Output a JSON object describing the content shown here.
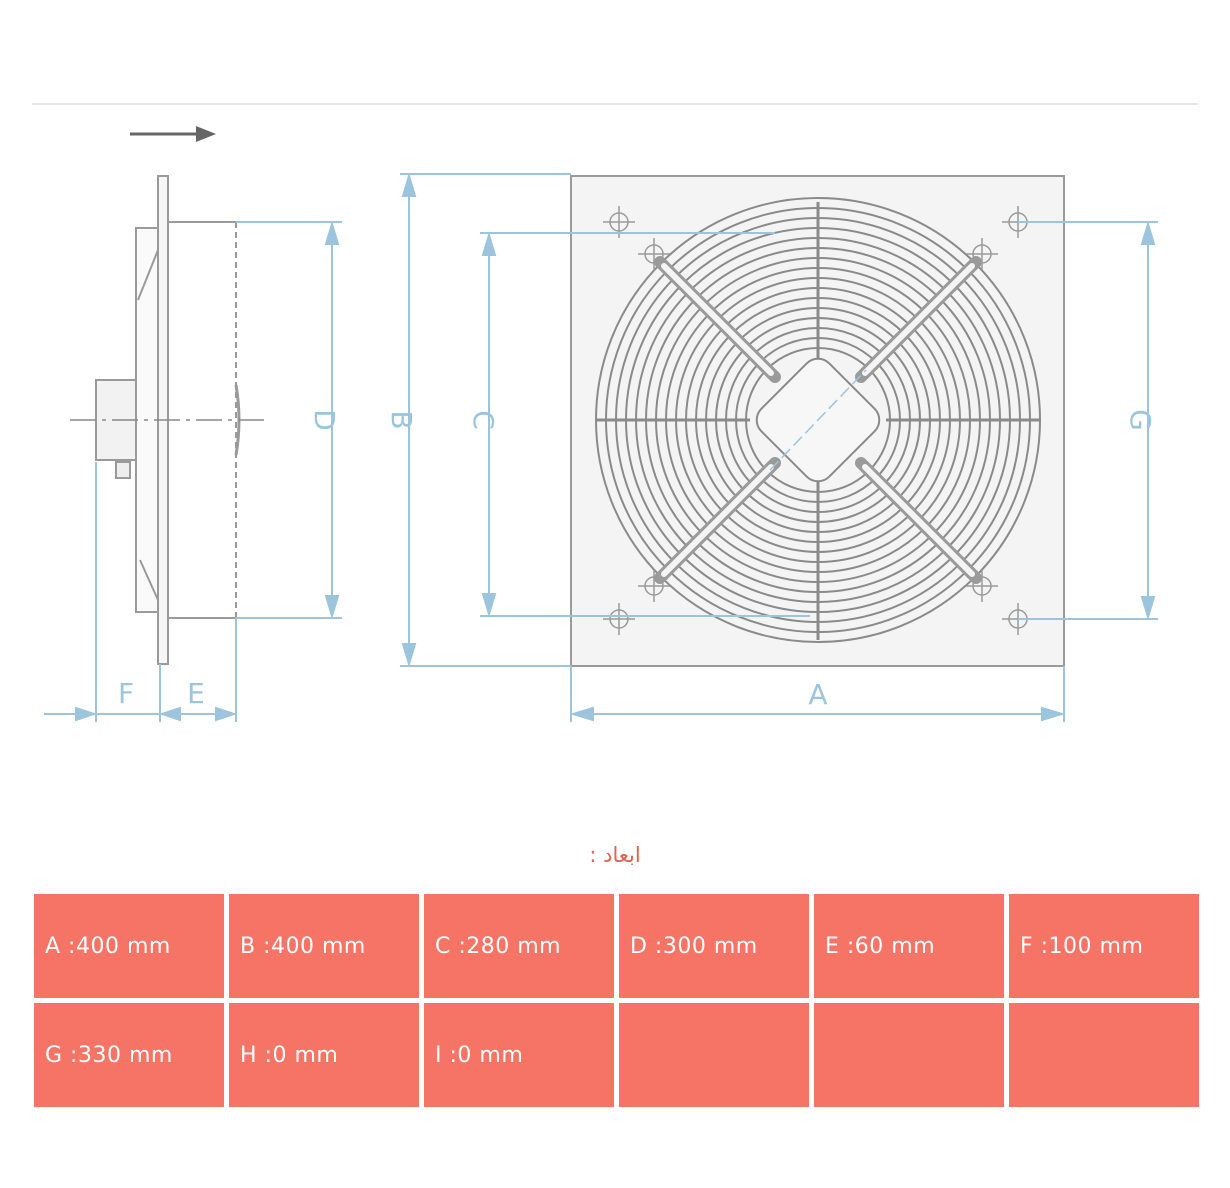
{
  "drawing": {
    "labels": {
      "A": "A",
      "B": "B",
      "C": "C",
      "D": "D",
      "E": "E",
      "F": "F",
      "G": "G"
    }
  },
  "heading": "ابعاد :",
  "dimensions": [
    [
      "A :400 mm",
      "B :400 mm",
      "C :280 mm",
      "D :300 mm",
      "E :60 mm",
      "F :100 mm"
    ],
    [
      "G :330 mm",
      "H :0 mm",
      "I :0 mm",
      "",
      "",
      ""
    ]
  ],
  "colors": {
    "cell": "#f57466",
    "heading": "#e2614f",
    "dimension_line": "#9cc5dd",
    "outline": "#9a9a9a"
  }
}
